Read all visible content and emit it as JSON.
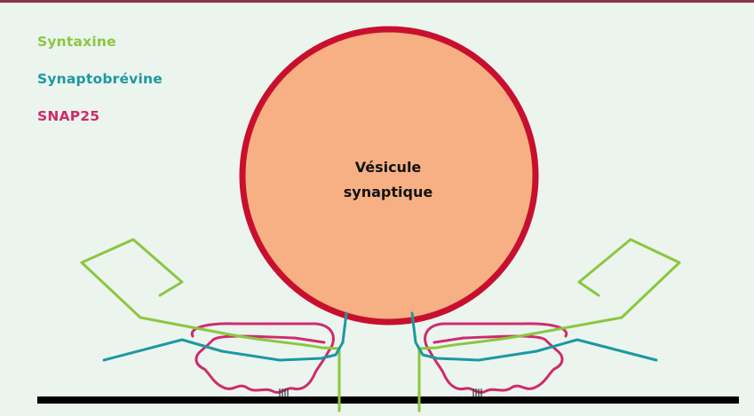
{
  "legend": {
    "syntaxine": "Syntaxine",
    "synaptobrevine": "Synaptobrévine",
    "snap25": "SNAP25"
  },
  "vesicle": {
    "line1": "Vésicule",
    "line2": "synaptique"
  },
  "colors": {
    "background": "#ebf5ee",
    "top_bar": "#8e3447",
    "syntaxine": "#8cc63f",
    "synaptobrevine": "#1c98a3",
    "snap25": "#d02a6e",
    "vesicle_fill": "#f7b083",
    "vesicle_border": "#c8102e",
    "membrane": "#000000"
  }
}
